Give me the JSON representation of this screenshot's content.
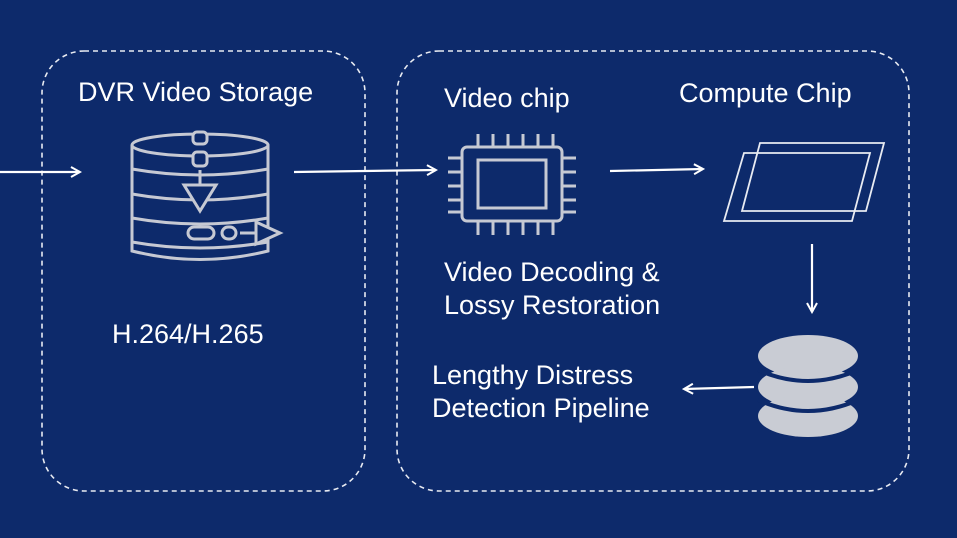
{
  "colors": {
    "background": "#0d2a6b",
    "line": "#ffffff",
    "icon": "#c6c9d3",
    "db_fill": "#c9ccd4"
  },
  "groups": [
    {
      "name": "dvr-storage-group"
    },
    {
      "name": "processing-group"
    }
  ],
  "nodes": {
    "dvr_storage": {
      "title": "DVR Video Storage",
      "icon": "database-transfer-icon",
      "caption": "H.264/H.265"
    },
    "video_chip": {
      "title": "Video chip",
      "icon": "cpu-chip-icon"
    },
    "decoding": {
      "line1": "Video Decoding &",
      "line2": "Lossy Restoration"
    },
    "compute_chip": {
      "title": "Compute Chip",
      "icon": "stacked-parallelogram-icon"
    },
    "database": {
      "icon": "database-icon"
    },
    "pipeline": {
      "line1": "Lengthy Distress",
      "line2": "Detection Pipeline"
    }
  },
  "edges": [
    {
      "from": "input",
      "to": "dvr_storage"
    },
    {
      "from": "dvr_storage",
      "to": "video_chip"
    },
    {
      "from": "video_chip",
      "to": "compute_chip"
    },
    {
      "from": "compute_chip",
      "to": "database"
    },
    {
      "from": "database",
      "to": "pipeline"
    }
  ]
}
